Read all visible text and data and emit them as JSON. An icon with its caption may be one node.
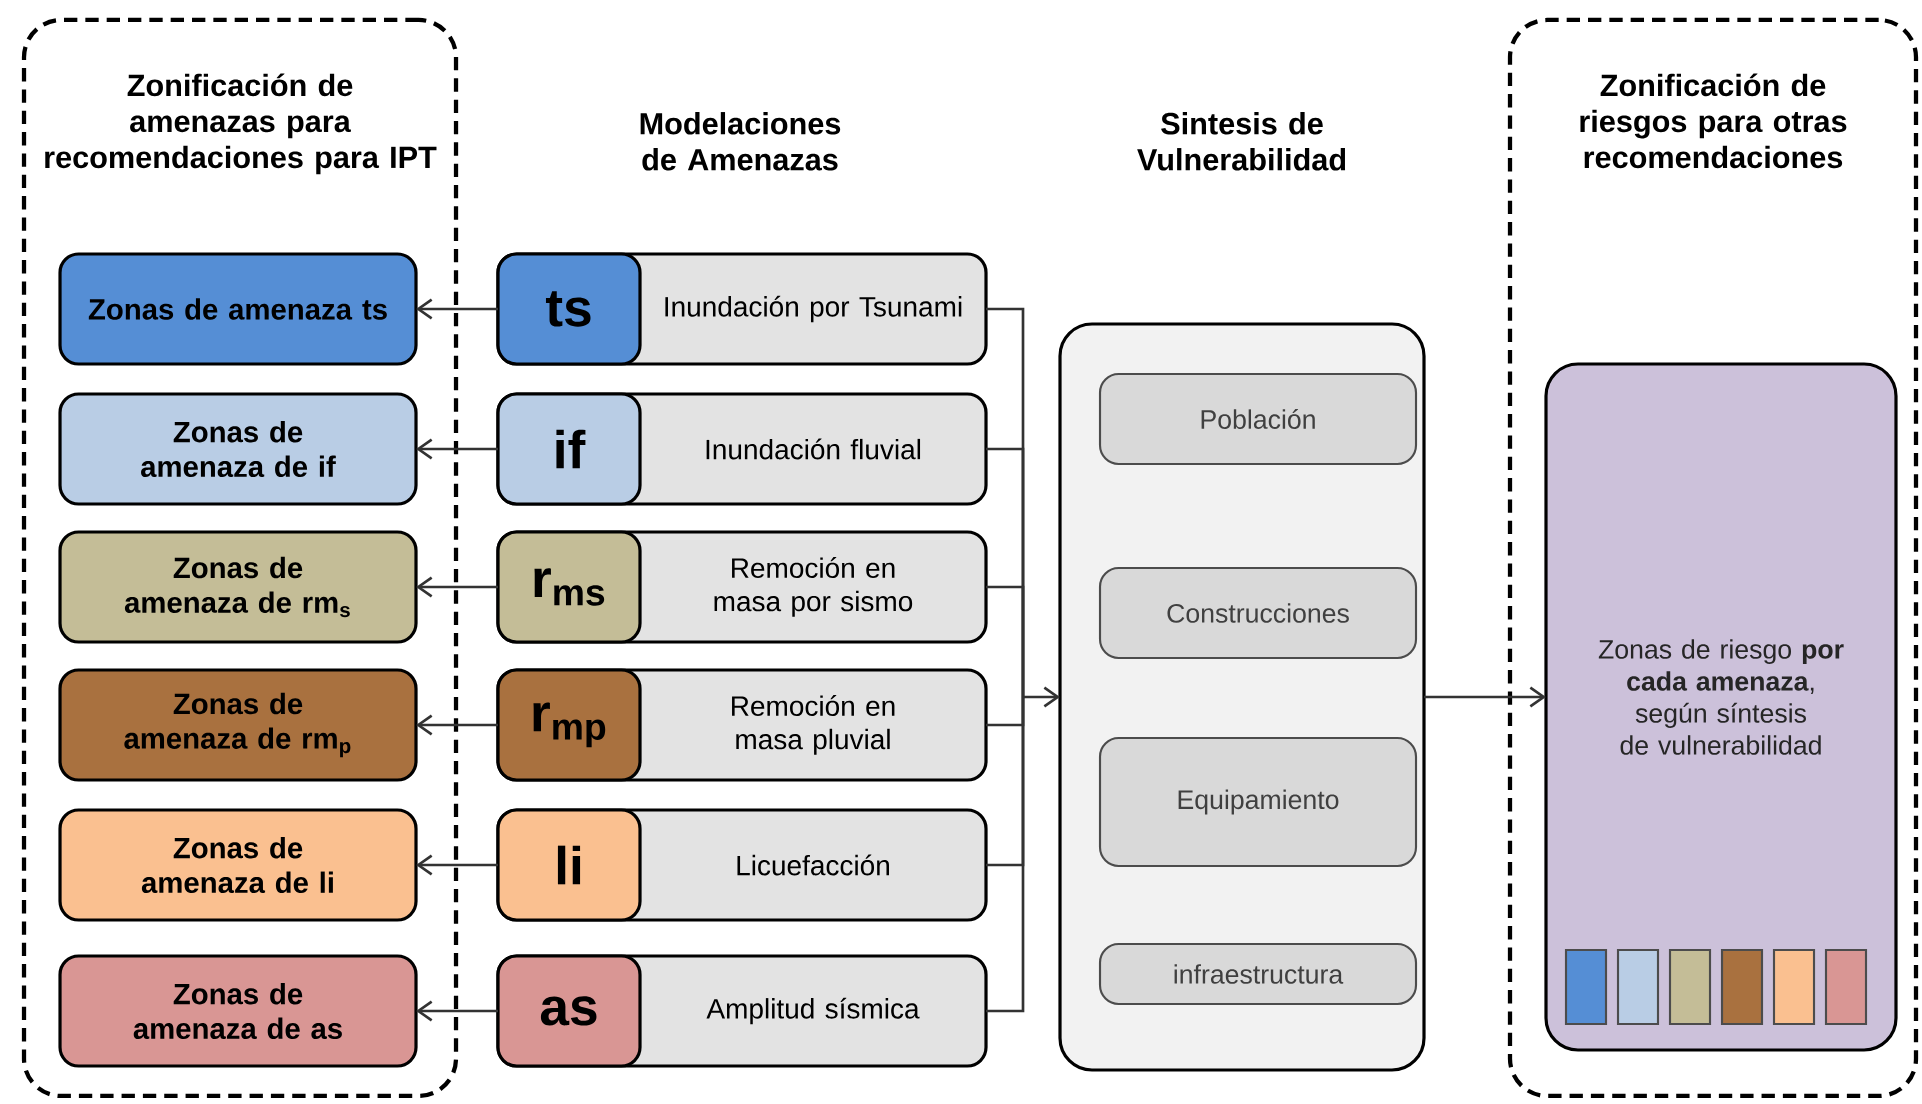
{
  "diagram": {
    "nodes": [
      {
        "text": [
          "Zonificación de amenazas para recomendaciones para IPT"
        ]
      },
      {
        "text": [
          "Zonas de amenaza **ts**"
        ],
        "in": 0
      },
      {
        "text": [
          "Zonas de amenaza de **if**"
        ],
        "in": 0
      },
      {
        "text": [
          "Zonas de amenaza de **rm**$_{s}$"
        ],
        "in": 0
      },
      {
        "text": [
          "Zonas de amenaza de **rm**$_{p}$"
        ],
        "in": 0
      },
      {
        "text": [
          "Zonas de amenaza de **li**"
        ],
        "in": 0
      },
      {
        "text": [
          "Zonas de amenaza de **as**"
        ],
        "in": 0
      },
      {
        "text": [
          "ts",
          "Inundación por Tsunami"
        ]
      },
      {
        "text": [
          "if",
          "Inundación fluvial"
        ]
      },
      {
        "text": [
          "r$_{ms}$",
          "Remoción en masa por sismo"
        ]
      },
      {
        "text": [
          "r$_{mp}$",
          "Remoción en masa pluvial"
        ]
      },
      {
        "text": [
          "li",
          "Licuefacción"
        ]
      },
      {
        "text": [
          "as",
          "Amplitud sísmica"
        ]
      },
      {
        "text": [
          "Sintesis de Vulnerabilidad"
        ]
      },
      {
        "text": [
          "Población"
        ],
        "in": 13
      },
      {
        "text": [
          "Construcciones"
        ],
        "in": 13
      },
      {
        "text": [
          "Equipamiento"
        ],
        "in": 13
      },
      {
        "text": [
          "infraestructura"
        ],
        "in": 13
      },
      {
        "text": [
          "Zonificación de riesgos para otras recomendaciones"
        ]
      },
      {
        "text": [
          "Zonas de riesgo **por cada amenaza**, según síntesis de vulnerabilidad"
        ],
        "in": 18
      },
      {
        "text": [],
        "shape": "box",
        "in": 19
      },
      {
        "text": [],
        "shape": "box",
        "in": 19
      },
      {
        "text": [],
        "shape": "box",
        "in": 19
      },
      {
        "text": [],
        "shape": "box",
        "in": 19
      },
      {
        "text": [],
        "shape": "box",
        "in": 19
      },
      {
        "text": [],
        "shape": "box",
        "in": 19
      }
    ],
    "edges": [
      {
        "from": 7,
        "to": 1,
        "arrow": "to"
      },
      {
        "from": 8,
        "to": 2,
        "arrow": "to"
      },
      {
        "from": 9,
        "to": 3,
        "arrow": "to"
      },
      {
        "from": 10,
        "to": 4,
        "arrow": "to"
      },
      {
        "from": 11,
        "to": 5,
        "arrow": "to"
      },
      {
        "from": 12,
        "to": 6,
        "arrow": "to"
      },
      {
        "from": 7,
        "to": 13,
        "arrow": "to"
      },
      {
        "from": 8,
        "to": 13,
        "arrow": "to"
      },
      {
        "from": 9,
        "to": 13,
        "arrow": "to"
      },
      {
        "from": 10,
        "to": 13,
        "arrow": "to"
      },
      {
        "from": 11,
        "to": 13,
        "arrow": "to"
      },
      {
        "from": 12,
        "to": 13,
        "arrow": "to"
      },
      {
        "from": 13,
        "to": 19,
        "arrow": "to"
      }
    ],
    "labels": [
      "Modelaciones de Amenazas"
    ]
  }
}
